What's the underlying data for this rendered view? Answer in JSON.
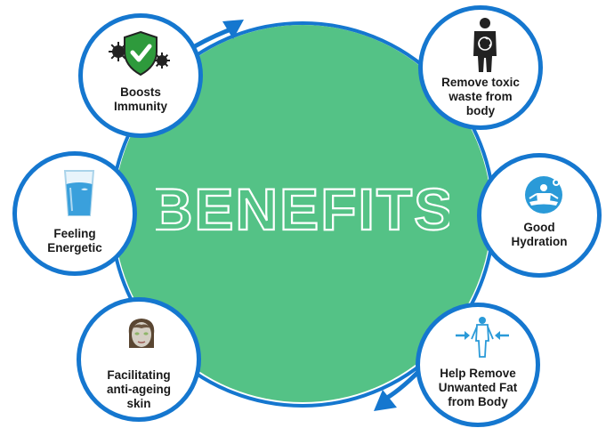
{
  "title": "BENEFITS",
  "colors": {
    "center_circle": "#54c286",
    "ring": "#1577cf",
    "node_fill": "#ffffff",
    "label_text": "#1a1a1a"
  },
  "benefits": [
    {
      "label_line1": "Boosts",
      "label_line2": "Immunity",
      "label_line3": "",
      "icon": "shield-check-virus-icon"
    },
    {
      "label_line1": "Remove toxic",
      "label_line2": "waste from",
      "label_line3": "body",
      "icon": "body-detox-icon"
    },
    {
      "label_line1": "Good",
      "label_line2": "Hydration",
      "label_line3": "",
      "icon": "meditating-person-icon"
    },
    {
      "label_line1": "Help Remove",
      "label_line2": "Unwanted Fat",
      "label_line3": "from Body",
      "icon": "body-slimming-arrows-icon"
    },
    {
      "label_line1": "Facilitating",
      "label_line2": "anti-ageing",
      "label_line3": "skin",
      "icon": "face-mask-icon"
    },
    {
      "label_line1": "Feeling",
      "label_line2": "Energetic",
      "label_line3": "",
      "icon": "water-glass-icon"
    }
  ]
}
